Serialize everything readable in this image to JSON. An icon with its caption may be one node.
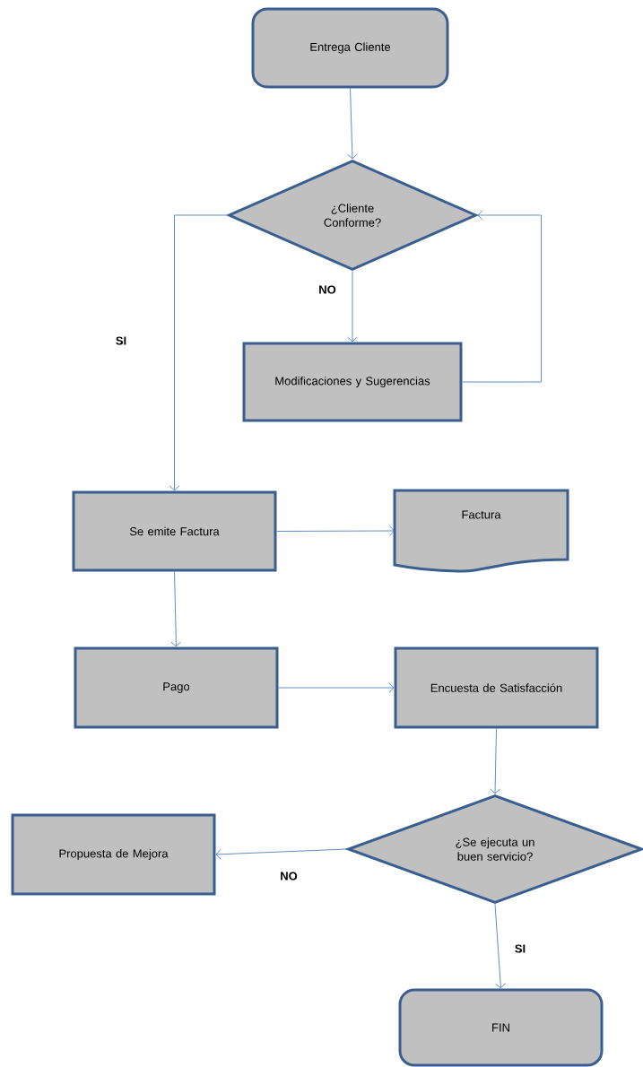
{
  "diagram": {
    "nodes": [
      {
        "text": [
          "Entrega Cliente"
        ]
      },
      {
        "text": [
          "¿Cliente Conforme?"
        ]
      },
      {
        "text": [
          "Modificaciones y Sugerencias"
        ]
      },
      {
        "text": [
          "Se emite Factura"
        ]
      },
      {
        "text": [
          "Factura"
        ]
      },
      {
        "text": [
          "Pago"
        ]
      },
      {
        "text": [
          "Encuesta de Satisfacción"
        ]
      },
      {
        "text": [
          "Propuesta de Mejora"
        ]
      },
      {
        "text": [
          "¿Se ejecuta un buen servicio?"
        ]
      },
      {
        "text": [
          "FIN"
        ]
      }
    ],
    "edges": [
      {
        "from": 0,
        "to": 1,
        "arrow": "to"
      },
      {
        "from": 1,
        "to": 3,
        "arrow": "to",
        "label": "SI"
      },
      {
        "from": 1,
        "to": 2,
        "arrow": "to",
        "label": "NO"
      },
      {
        "from": 2,
        "to": 1,
        "arrow": "to"
      },
      {
        "from": 3,
        "to": 4,
        "arrow": "to"
      },
      {
        "from": 3,
        "to": 5,
        "arrow": "to"
      },
      {
        "from": 5,
        "to": 6,
        "arrow": "to"
      },
      {
        "from": 6,
        "to": 8,
        "arrow": "to"
      },
      {
        "from": 8,
        "to": 7,
        "arrow": "to",
        "label": "NO"
      },
      {
        "from": 8,
        "to": 9,
        "arrow": "to",
        "label": "SI"
      }
    ]
  }
}
